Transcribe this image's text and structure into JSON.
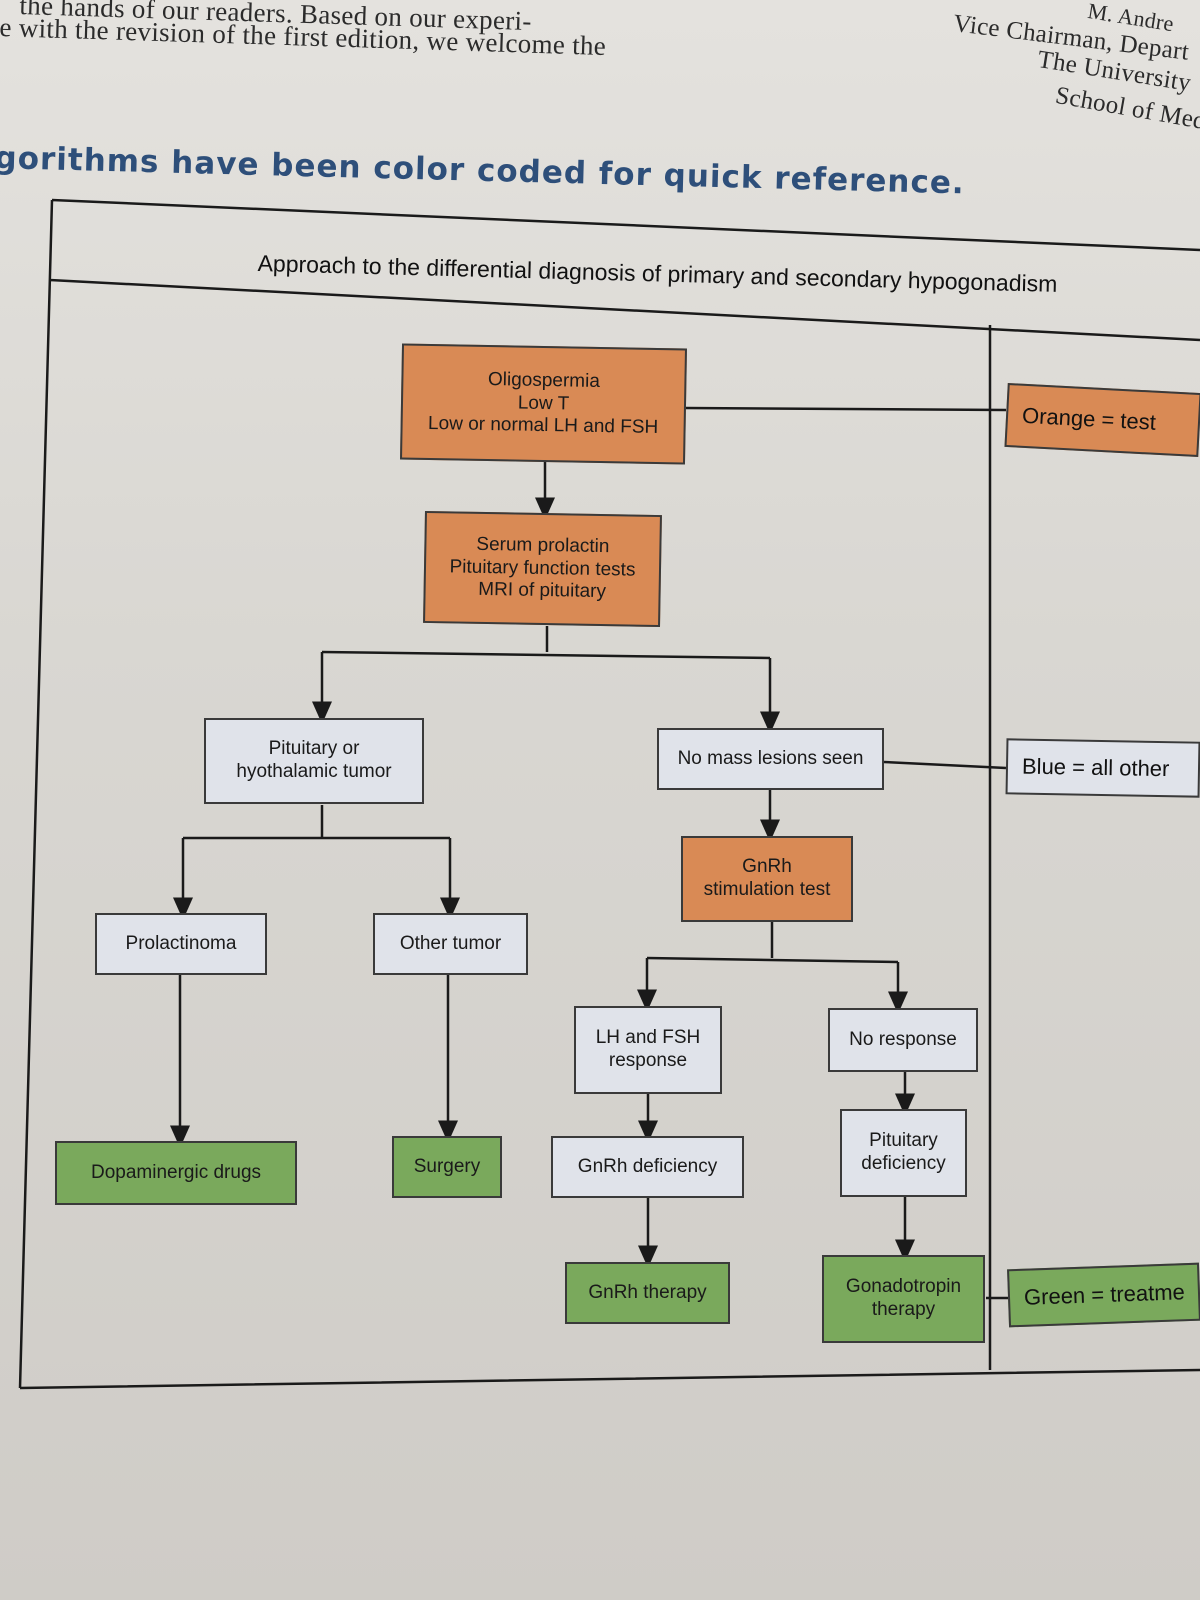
{
  "page_text": {
    "line1": "the hands of our readers. Based on our experi-",
    "line2": "e with the revision of the first edition, we welcome the",
    "right_line1": "M. Andre",
    "right_line2": "Vice Chairman, Depart",
    "right_line3": "The University",
    "right_line4": "School of Med"
  },
  "heading": "gorithms have been color coded for quick reference.",
  "flowchart": {
    "title": "Approach to the differential diagnosis of primary and secondary hypogonadism",
    "nodes": {
      "oligospermia": [
        "Oligospermia",
        "Low T",
        "Low or normal LH and FSH"
      ],
      "workup": [
        "Serum prolactin",
        "Pituitary function tests",
        "MRI of pituitary"
      ],
      "tumor": [
        "Pituitary or",
        "hyothalamic tumor"
      ],
      "no_mass": [
        "No mass lesions seen"
      ],
      "gnrh_test": [
        "GnRh",
        "stimulation test"
      ],
      "prolactinoma": [
        "Prolactinoma"
      ],
      "other_tumor": [
        "Other tumor"
      ],
      "lh_fsh_response": [
        "LH and FSH",
        "response"
      ],
      "no_response": [
        "No response"
      ],
      "dopaminergic": [
        "Dopaminergic drugs"
      ],
      "surgery": [
        "Surgery"
      ],
      "gnrh_deficiency": [
        "GnRh deficiency"
      ],
      "pituitary_deficiency": [
        "Pituitary",
        "deficiency"
      ],
      "gnrh_therapy": [
        "GnRh therapy"
      ],
      "gonadotropin_therapy": [
        "Gonadotropin",
        "therapy"
      ]
    },
    "legend": {
      "orange": "Orange = test",
      "blue": "Blue = all other",
      "green": "Green = treatme"
    },
    "colors": {
      "orange": "#d98a55",
      "blue": "#e0e3ea",
      "green": "#7aa95c",
      "heading": "#2e4f7a"
    }
  }
}
